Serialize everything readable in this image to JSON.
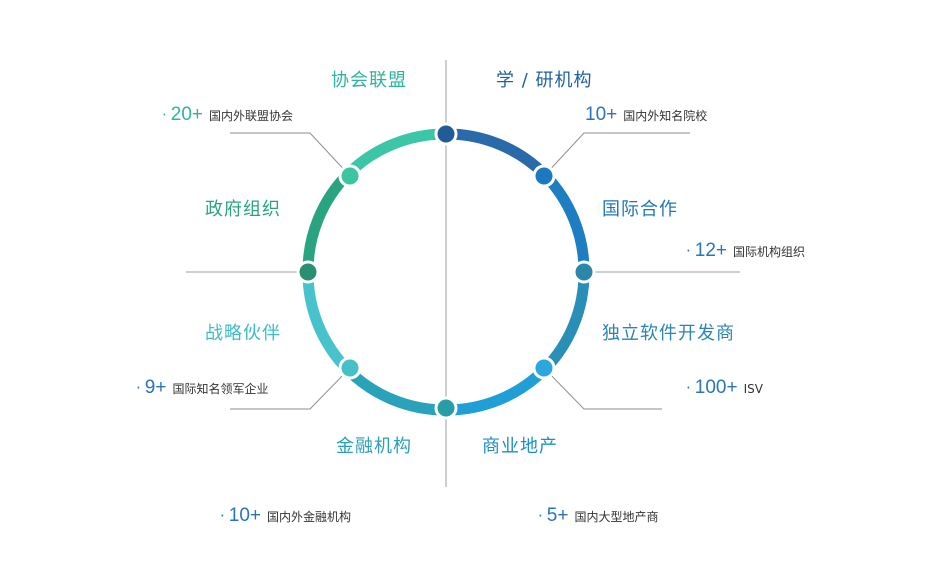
{
  "colors": {
    "green": "#2cb4a0",
    "blue": "#1d6fb0",
    "cyan": "#3bbcc4",
    "text_dark": "#333333",
    "line": "#8a8f96"
  },
  "categories": {
    "academic": "学 / 研机构",
    "intl_coop": "国际合作",
    "isv": "独立软件开发商",
    "real_estate": "商业地产",
    "finance": "金融机构",
    "partners": "战略伙伴",
    "government": "政府组织",
    "alliance": "协会联盟"
  },
  "stats": {
    "academic": {
      "dot": "·",
      "value": "10+",
      "desc": "国内外知名院校"
    },
    "intl_coop": {
      "dot": "·",
      "value": "12+",
      "desc": "国际机构组织"
    },
    "isv": {
      "dot": "·",
      "value": "100+",
      "desc": "ISV"
    },
    "real_estate": {
      "dot": "·",
      "value": "5+",
      "desc": "国内大型地产商"
    },
    "finance": {
      "dot": "·",
      "value": "10+",
      "desc": "国内外金融机构"
    },
    "partners": {
      "dot": "·",
      "value": "9+",
      "desc": "国际知名领军企业"
    },
    "alliance": {
      "dot": "·",
      "value": "20+",
      "desc": "国内外联盟协会"
    }
  }
}
